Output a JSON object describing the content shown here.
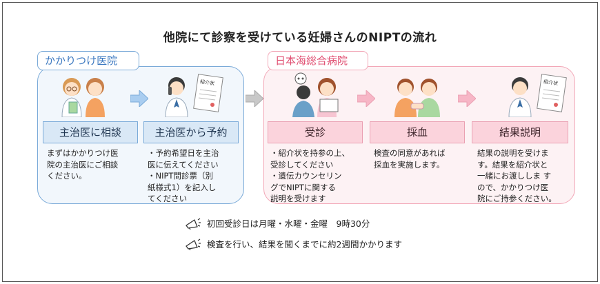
{
  "title": "他院にて診察を受けている妊婦さんのNIPTの流れ",
  "groups": {
    "left_label": "かかりつけ医院",
    "right_label": "日本海総合病院"
  },
  "steps": [
    {
      "label": "主治医に相談",
      "desc": [
        "まずはかかりつけ医",
        "院の主治医にご相談",
        "ください。"
      ]
    },
    {
      "label": "主治医から予約",
      "desc": [
        "・予約希望日を主治",
        "医に伝えてください",
        "・NIPT問診票（別",
        "紙様式1）を記入し",
        "てください"
      ]
    },
    {
      "label": "受診",
      "desc": [
        "・紹介状を持参の上、",
        "受診してください",
        "・遺伝カウンセリン",
        "グでNIPTに関する",
        "説明を受けます"
      ]
    },
    {
      "label": "採血",
      "desc": [
        "検査の同意があれば",
        "採血を実施します。"
      ]
    },
    {
      "label": "結果説明",
      "desc": [
        "結果の説明を受けま",
        "す。結果を紹介状と",
        "一緒にお渡ししま す",
        "ので、かかりつけ医",
        "院にご持参ください。"
      ]
    }
  ],
  "illustrations": {
    "document_label": "紹介状"
  },
  "notes": [
    "初回受診日は月曜・水曜・金曜　9時30分",
    "検査を行い、結果を聞くまでに約2週間かかります"
  ],
  "colors": {
    "blue_border": "#7aaad8",
    "blue_fill": "#d9e8f6",
    "pink_border": "#f2a7b7",
    "pink_fill": "#fbd3dc",
    "gray_arrow": "#c8c8c8",
    "blue_arrow": "#a9cdf0",
    "pink_arrow": "#f7b6c6"
  },
  "icons": [
    "megaphone-icon",
    "arrow-right-icon",
    "doctor-illustration",
    "document-illustration",
    "patient-illustration"
  ]
}
